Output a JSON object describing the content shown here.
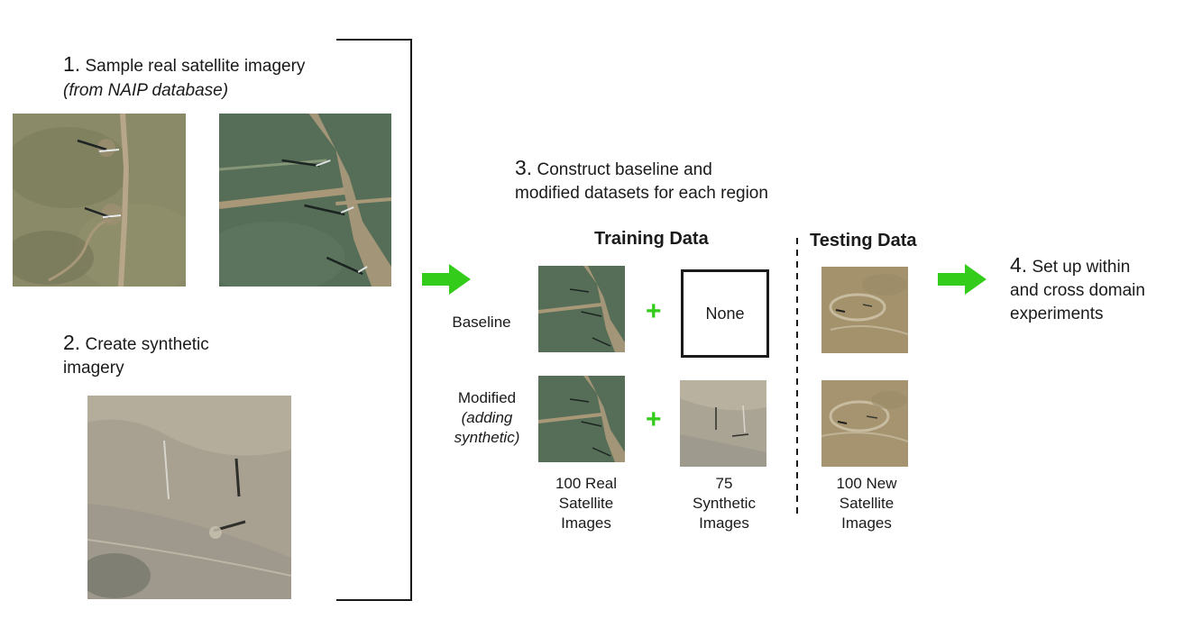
{
  "colors": {
    "arrow": "#33cc1a",
    "plus": "#33cc1a",
    "text": "#1a1a1a",
    "bracket": "#1a1a1a"
  },
  "step1": {
    "num": "1.",
    "title": "Sample real satellite imagery",
    "subtitle": "(from NAIP database)"
  },
  "step2": {
    "num": "2.",
    "line1": "Create synthetic",
    "line2": "imagery"
  },
  "step3": {
    "num": "3.",
    "line1": "Construct baseline and",
    "line2": "modified datasets for each region"
  },
  "step4": {
    "num": "4.",
    "line1": "Set up within",
    "line2": "and cross domain",
    "line3": "experiments"
  },
  "columns": {
    "training": "Training Data",
    "testing": "Testing Data"
  },
  "rows": {
    "baseline": "Baseline",
    "modified": "Modified",
    "modified_sub1": "(adding",
    "modified_sub2": "synthetic)"
  },
  "none_box": "None",
  "plus_symbol": "+",
  "captions": {
    "real": [
      "100 Real",
      "Satellite",
      "Images"
    ],
    "synthetic": [
      "75",
      "Synthetic",
      "Images"
    ],
    "new": [
      "100 New",
      "Satellite",
      "Images"
    ]
  },
  "icons": [
    "green-arrow-icon",
    "plus-icon",
    "bracket-icon",
    "satellite-image-icon"
  ]
}
